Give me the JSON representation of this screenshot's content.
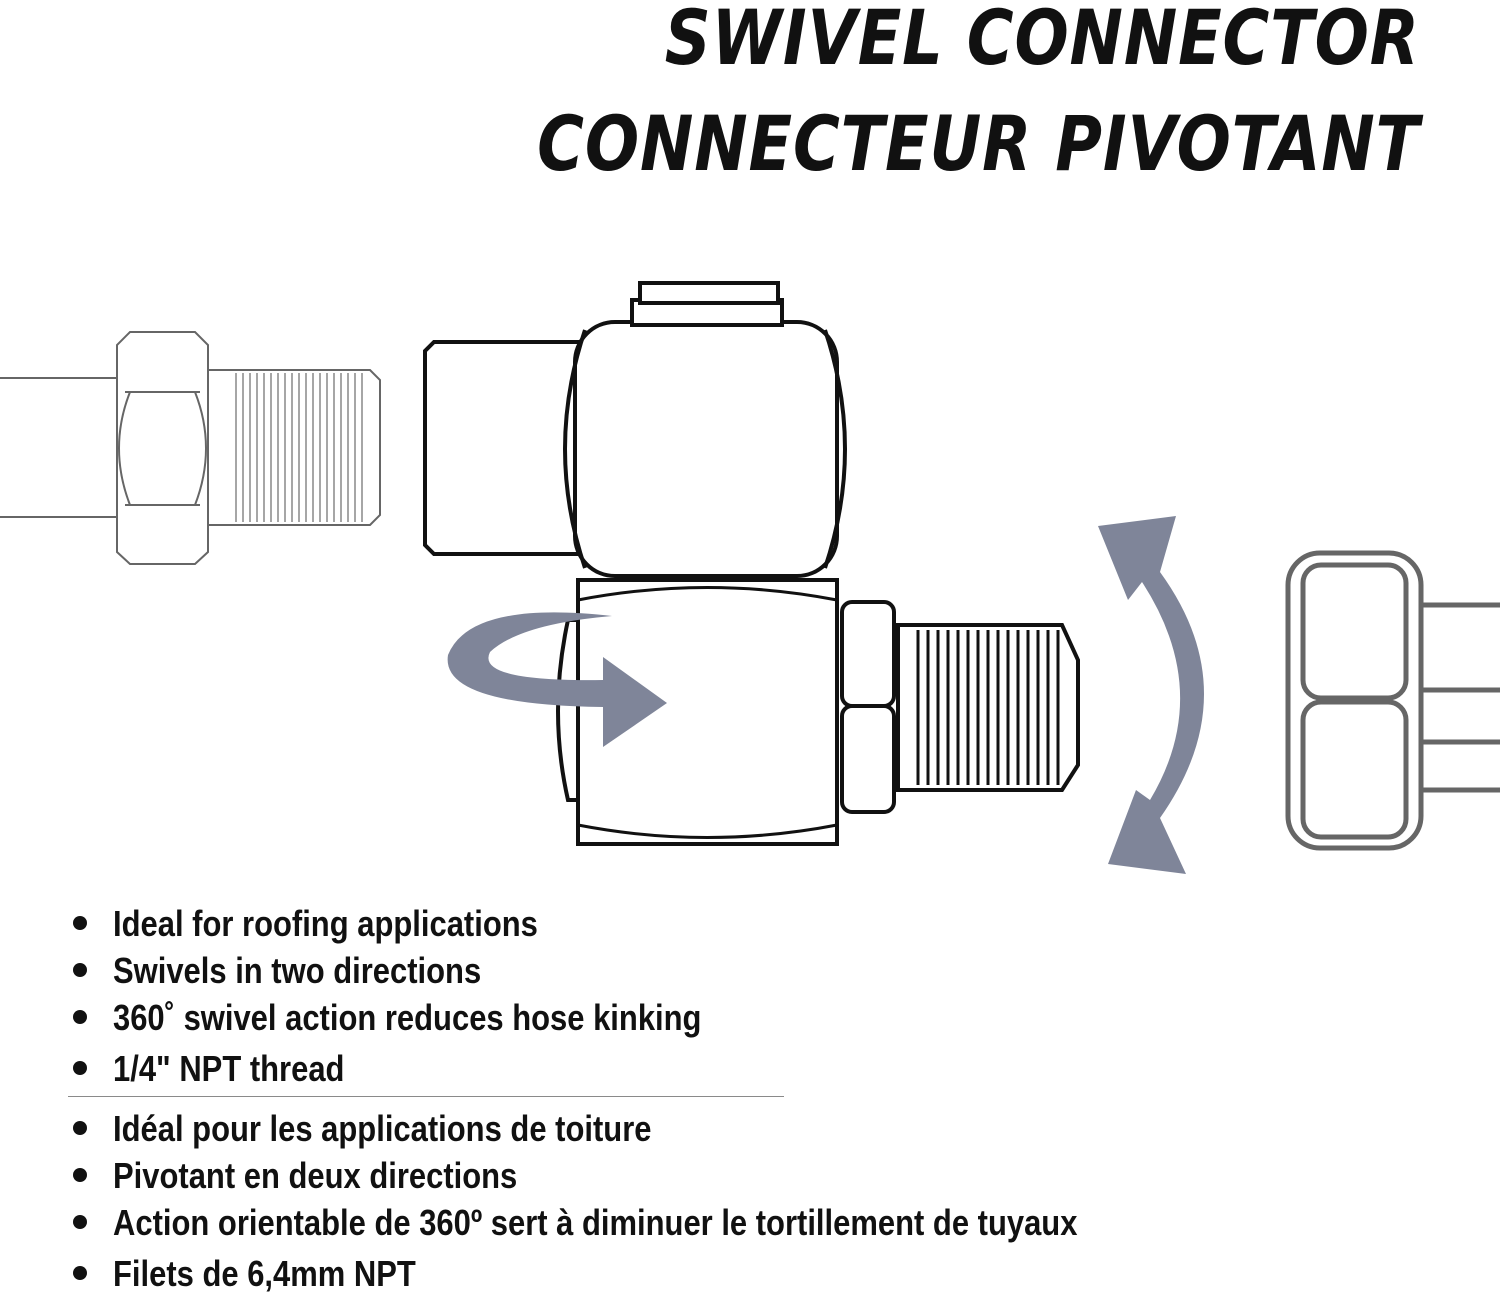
{
  "title": {
    "en": "SWIVEL CONNECTOR",
    "fr": "CONNECTEUR PIVOTANT"
  },
  "features_en": [
    "Ideal for roofing applications",
    "Swivels in two directions",
    "360˚ swivel action reduces hose kinking",
    "1/4\" NPT thread"
  ],
  "features_fr": [
    "Idéal pour les applications de toiture",
    "Pivotant en deux directions",
    "Action orientable de 360º sert à diminuer le tortillement de tuyaux",
    "Filets de 6,4mm NPT"
  ],
  "colors": {
    "arrow": "#7f8599",
    "line_dark": "#111111",
    "line_gray": "#666666"
  },
  "icons": [
    "rotate-arrow-icon",
    "swing-arrow-icon"
  ]
}
